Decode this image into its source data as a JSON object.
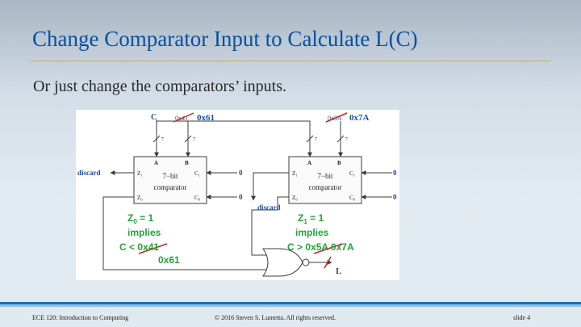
{
  "slide": {
    "title": "Change Comparator Input to Calculate L(C)",
    "subtitle": "Or just change the comparators’ inputs."
  },
  "footer": {
    "course": "ECE 120: Introduction to Computing",
    "copyright": "© 2016 Steven S. Lumetta.  All rights reserved.",
    "slide_number": "slide 4"
  },
  "diagram": {
    "input_c": "C",
    "left": {
      "old_const": "0x41",
      "new_const": "0x61",
      "bus_width_a": "7",
      "bus_width_b": "7",
      "port_a": "A",
      "port_b": "B",
      "port_z1": "Z₁",
      "port_z0": "Z₀",
      "port_c1": "C₁",
      "port_c0": "C₀",
      "name_line1": "7−bit",
      "name_line2": "comparator",
      "c1_in": "0",
      "c0_in": "0",
      "z1_out": "discard"
    },
    "right": {
      "old_const": "0x5A",
      "new_const": "0x7A",
      "bus_width_a": "7",
      "bus_width_b": "7",
      "port_a": "A",
      "port_b": "B",
      "port_z1": "Z₁",
      "port_z0": "Z₀",
      "port_c1": "C₁",
      "port_c0": "C₀",
      "name_line1": "7−bit",
      "name_line2": "comparator",
      "c1_in": "0",
      "c0_in": "0",
      "z1_out": "discard"
    },
    "note_left": {
      "line1_main": "Z",
      "line1_sub": "0",
      "line1_rest": " = 1",
      "line2": "implies",
      "line3_prefix": "C < ",
      "line3_old": "0x41",
      "line4_new": "0x61"
    },
    "note_right": {
      "line1_main": "Z",
      "line1_sub": "1",
      "line1_rest": " = 1",
      "line2": "implies",
      "line3_prefix": "C > ",
      "line3_old": "0x5A",
      "line3_new": " 0x7A"
    },
    "output_label": "L",
    "colors": {
      "wire": "#3c3c3c",
      "label_blue": "#1a4fa8",
      "note_green": "#23a23a",
      "strike_red": "#d0201c",
      "block_fill": "#fafafa"
    }
  }
}
